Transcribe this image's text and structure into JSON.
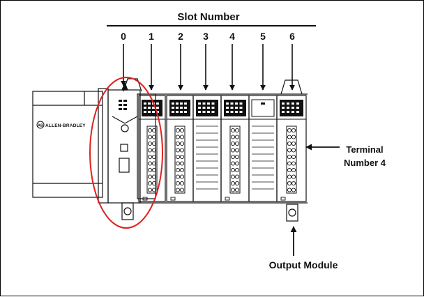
{
  "title": "Slot Number",
  "slots": [
    {
      "label": "0"
    },
    {
      "label": "1"
    },
    {
      "label": "2"
    },
    {
      "label": "3"
    },
    {
      "label": "4"
    },
    {
      "label": "5"
    },
    {
      "label": "6"
    }
  ],
  "brand": "ALLEN-BRADLEY",
  "brand_logo": "AB",
  "terminal_label": [
    "Terminal",
    "Number 4"
  ],
  "output_label": "Output Module",
  "colors": {
    "ink": "#111111",
    "highlight": "#e02020"
  }
}
